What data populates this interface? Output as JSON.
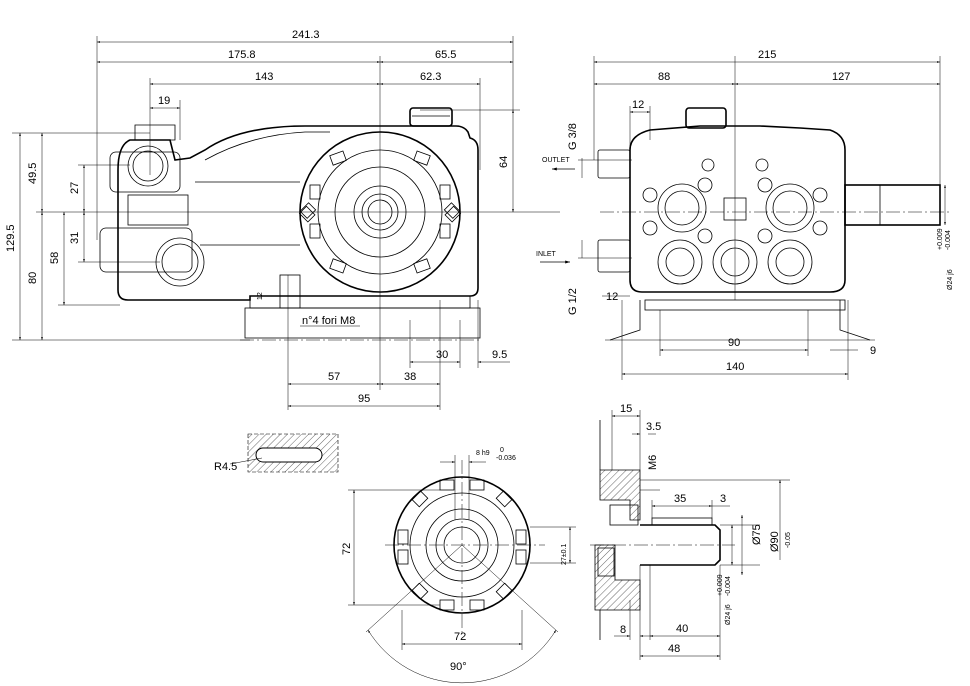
{
  "dims": {
    "d241_3": "241.3",
    "d175_8": "175.8",
    "d65_5": "65.5",
    "d143": "143",
    "d62_3": "62.3",
    "d19": "19",
    "d49_5": "49.5",
    "d27": "27",
    "d31": "31",
    "d58": "58",
    "d80": "80",
    "d129_5": "129.5",
    "d64": "64",
    "d30": "30",
    "d9_5": "9.5",
    "d57": "57",
    "d38": "38",
    "d95": "95",
    "d12a": "12",
    "holes_note": "n°4 fori M8",
    "d215": "215",
    "d88": "88",
    "d127": "127",
    "d12b": "12",
    "d12c": "12",
    "g38": "G 3/8",
    "g12": "G 1/2",
    "outlet": "OUTLET",
    "inlet": "INLET",
    "d90": "90",
    "d140": "140",
    "d9": "9",
    "shaft_dia_front": "Ø24 j6",
    "shaft_tol_front_up": "+0.009",
    "shaft_tol_front_lo": "-0.004",
    "r4_5": "R4.5",
    "key_width": "8 h9",
    "key_tol_up": "0",
    "key_tol_lo": "-0.036",
    "d72v": "72",
    "d72h": "72",
    "d27pm": "27±0.1",
    "angle90": "90°",
    "d15": "15",
    "d3_5": "3.5",
    "m6": "M6",
    "d35": "35",
    "d3": "3",
    "d75": "Ø75",
    "d90dia": "Ø90",
    "d90dia_tol": "-0.05",
    "shaft_dia_side": "Ø24 j6",
    "shaft_tol_side_up": "+0.009",
    "shaft_tol_side_lo": "-0.004",
    "d8": "8",
    "d40": "40",
    "d48": "48"
  }
}
